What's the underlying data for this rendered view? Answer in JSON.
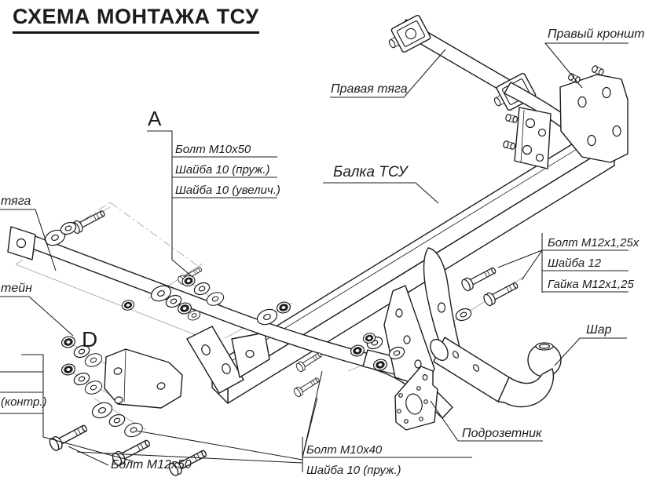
{
  "title": "СХЕМА МОНТАЖА ТСУ",
  "colors": {
    "ink": "#1c1c1c",
    "paper": "#ffffff",
    "construction_lines": "#a8a8a8"
  },
  "labels": {
    "right_rod": "Правая тяга",
    "right_bracket_clipped": "Правый кроншт",
    "beam": "Балка ТСУ",
    "left_rod_clipped": "тяга",
    "left_bracket_clipped": "тейн",
    "ball": "Шар",
    "socket_plate": "Подрозетник",
    "bolt_m12x50": "Болт М12х50"
  },
  "callouts": {
    "a": {
      "letter": "А",
      "rows": [
        "Болт М10х50",
        "Шайба 10 (пруж.)",
        "Шайба 10 (увелич.)"
      ]
    },
    "d": {
      "letter": "D",
      "rows": [
        "",
        "",
        "(контр.)"
      ]
    },
    "m12": {
      "rows": [
        "Болт М12х1,25х",
        "Шайба 12",
        "Гайка М12х1,25"
      ]
    },
    "m10": {
      "rows": [
        "Болт М10х40",
        "Шайба 10 (пруж.)"
      ]
    }
  }
}
